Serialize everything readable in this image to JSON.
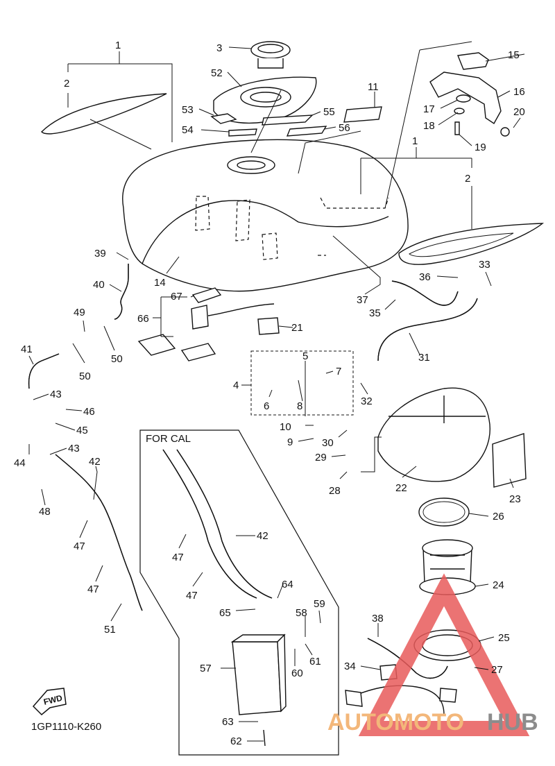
{
  "diagram": {
    "code": "1GP1110-K260",
    "cal_label": "FOR CAL",
    "fwd_label": "FWD",
    "watermark": {
      "left": "AUTOMOTO",
      "right": "HUB",
      "color_left": "#f3b77a",
      "color_right": "#8c8c8c",
      "triangle_color": "#e85a5a"
    },
    "callouts": [
      "1",
      "2",
      "3",
      "52",
      "53",
      "54",
      "55",
      "56",
      "11",
      "15",
      "16",
      "17",
      "18",
      "19",
      "20",
      "1",
      "2",
      "39",
      "14",
      "40",
      "67",
      "66",
      "21",
      "49",
      "50",
      "50",
      "41",
      "43",
      "46",
      "45",
      "44",
      "43",
      "48",
      "42",
      "47",
      "47",
      "51",
      "5",
      "7",
      "4",
      "6",
      "8",
      "32",
      "31",
      "35",
      "37",
      "36",
      "33",
      "10",
      "9",
      "30",
      "29",
      "28",
      "22",
      "23",
      "26",
      "24",
      "25",
      "27",
      "34",
      "38",
      "42",
      "47",
      "47",
      "64",
      "65",
      "59",
      "58",
      "57",
      "60",
      "61",
      "63",
      "62"
    ]
  }
}
